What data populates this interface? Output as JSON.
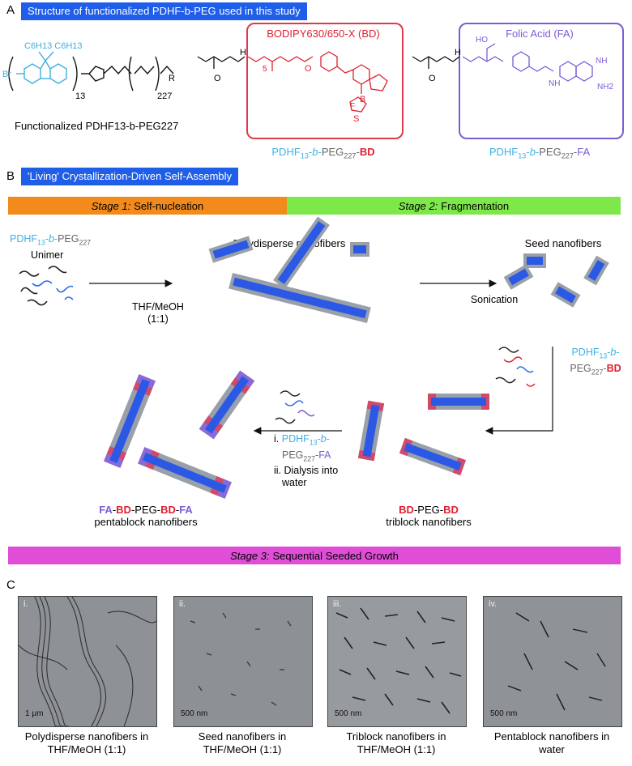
{
  "panels": {
    "a": "A",
    "b": "B",
    "c": "C"
  },
  "section_a": {
    "banner": "Structure of functionalized PDHF-b-PEG used in this study",
    "chain1": {
      "br": "Br",
      "sub_c6": "C6H13 C6H13",
      "n13": "13",
      "n227": "227",
      "r": "R",
      "o": "O"
    },
    "caption1": "Functionalized PDHF13-b-PEG227",
    "bodipy_title": "BODIPY630/650-X (BD)",
    "caption2": "PDHF13-b-PEG227-BD",
    "folic_title": "Folic Acid (FA)",
    "caption3": "PDHF13-b-PEG227-FA",
    "atoms": {
      "H": "H",
      "N": "N",
      "O": "O",
      "five": "5",
      "F": "F",
      "B": "B",
      "S": "S",
      "HO": "HO",
      "NH2": "NH2",
      "NH": "NH"
    }
  },
  "section_b": {
    "banner": "'Living' Crystallization-Driven Self-Assembly",
    "stage1": "Stage 1:",
    "stage1_text": "Self-nucleation",
    "stage2": "Stage 2:",
    "stage2_text": "Fragmentation",
    "stage3": "Stage 3:",
    "stage3_text": "Sequential Seeded Growth",
    "unimer_top": "PDHF13-b-PEG227",
    "unimer": "Unimer",
    "solvent": "THF/MeOH",
    "ratio": "(1:1)",
    "polydisperse": "Polydisperse nanofibers",
    "sonication": "Sonication",
    "seed": "Seed nanofibers",
    "add_bd": "PDHF13-b-PEG227-BD",
    "step_i": "i. PDHF13-b-PEG227-FA",
    "step_ii": "ii. Dialysis into water",
    "triblock_top": "BD-PEG-BD",
    "triblock": "triblock nanofibers",
    "pentablock_top": "FA-BD-PEG-BD-FA",
    "pentablock": "pentablock nanofibers"
  },
  "section_c": {
    "images": [
      {
        "num": "i.",
        "scale": "1 μm",
        "caption": "Polydisperse nanofibers in THF/MeOH (1:1)"
      },
      {
        "num": "ii.",
        "scale": "500 nm",
        "caption": "Seed nanofibers in THF/MeOH (1:1)"
      },
      {
        "num": "iii.",
        "scale": "500 nm",
        "caption": "Triblock nanofibers in THF/MeOH (1:1)"
      },
      {
        "num": "iv.",
        "scale": "500 nm",
        "caption": "Pentablock nanofibers in water"
      }
    ]
  },
  "colors": {
    "blue_banner": "#1f5ee8",
    "stage1": "#f28a1c",
    "stage2": "#7ee84a",
    "stage3": "#e04ed8",
    "bodipy": "#e02030",
    "folic": "#7b5cd6",
    "pdhf": "#3fb0e3"
  }
}
